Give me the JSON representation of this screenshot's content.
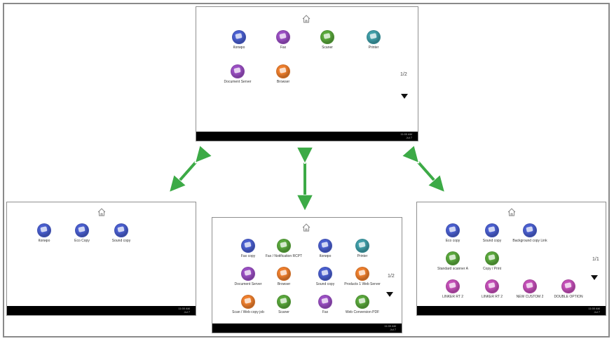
{
  "colors": {
    "blue": "#4a5fd0",
    "purple": "#9b4fc4",
    "green": "#5aa83c",
    "teal": "#3f9ea8",
    "orange": "#ef7f2d",
    "magenta": "#c44fb8",
    "arrow": "#3caa46"
  },
  "top_screen": {
    "apps": [
      {
        "label": "Копиро",
        "color": "blue"
      },
      {
        "label": "Fax",
        "color": "purple"
      },
      {
        "label": "Scaner",
        "color": "green"
      },
      {
        "label": "Printer",
        "color": "teal"
      },
      {
        "label": "Document Server",
        "color": "purple"
      },
      {
        "label": "Browser",
        "color": "orange"
      }
    ],
    "page_indicator": "1/2",
    "status": "11:00 AM\nJul 7"
  },
  "left_screen": {
    "apps": [
      {
        "label": "Копиро",
        "color": "blue"
      },
      {
        "label": "Eco Copy",
        "color": "blue"
      },
      {
        "label": "Sound copy",
        "color": "blue"
      }
    ],
    "status": "11:00 AM\nJul 7"
  },
  "center_screen": {
    "apps": [
      {
        "label": "Fax copy",
        "color": "blue"
      },
      {
        "label": "Fax / Notification RCPT",
        "color": "green"
      },
      {
        "label": "Копиро",
        "color": "blue"
      },
      {
        "label": "Printer",
        "color": "teal"
      },
      {
        "label": "Document Server",
        "color": "purple"
      },
      {
        "label": "Browser",
        "color": "orange"
      },
      {
        "label": "Sound copy",
        "color": "blue"
      },
      {
        "label": "Products 1 Web Server",
        "color": "orange"
      },
      {
        "label": "Scan / Web copy job",
        "color": "orange"
      },
      {
        "label": "Scaner",
        "color": "green"
      },
      {
        "label": "Fax",
        "color": "purple"
      },
      {
        "label": "Web Conversion PDF",
        "color": "green"
      }
    ],
    "page_indicator": "1/2",
    "status": "11:00 AM\nJul 7"
  },
  "right_screen": {
    "apps": [
      {
        "label": "Eco copy",
        "color": "blue"
      },
      {
        "label": "Sound copy",
        "color": "blue"
      },
      {
        "label": "Background copy Link",
        "color": "blue"
      },
      {
        "label": "Standard scanner A",
        "color": "green"
      },
      {
        "label": "Copy / Print",
        "color": "green"
      },
      {
        "label": "LINKER RT 2",
        "color": "magenta"
      },
      {
        "label": "LINKER RT 2",
        "color": "magenta"
      },
      {
        "label": "NEW CUSTOM 2",
        "color": "magenta"
      },
      {
        "label": "DOUBLE OPTION",
        "color": "magenta"
      }
    ],
    "page_indicator": "1/1",
    "status": "11:00 AM\nJul 7"
  }
}
